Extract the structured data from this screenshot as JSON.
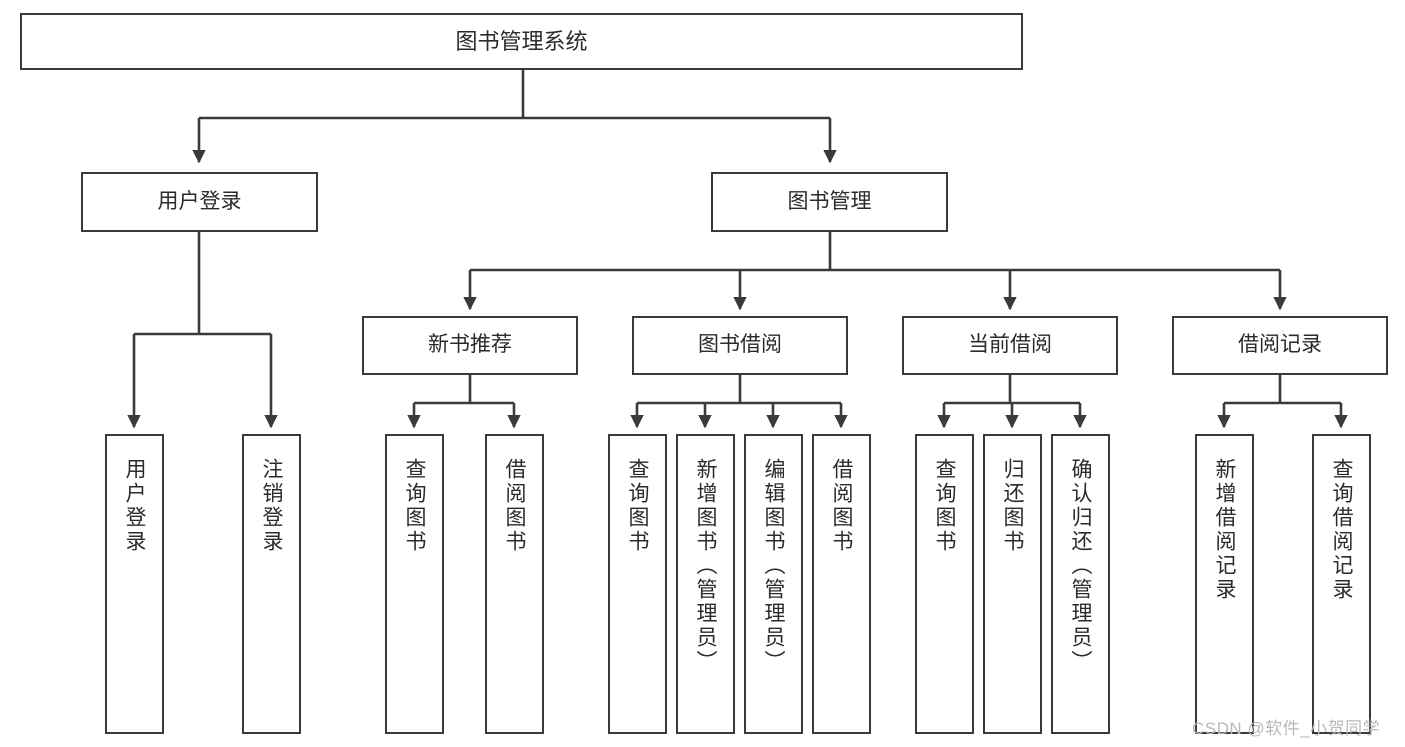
{
  "diagram": {
    "title": "图书管理系统",
    "type": "functional-structure-tree",
    "watermark": "CSDN @软件_小贺同学",
    "colors": {
      "border": "#3a3a3a",
      "text": "#2b2b2b",
      "background": "#ffffff",
      "edge": "#3a3a3a",
      "watermark": "#b9b9b9"
    },
    "nodes": {
      "root": "图书管理系统",
      "level2": [
        "用户登录",
        "图书管理"
      ],
      "level3": [
        "新书推荐",
        "图书借阅",
        "当前借阅",
        "借阅记录"
      ],
      "leaves": {
        "user_login": [
          "用户登录",
          "注销登录"
        ],
        "new_book_recommend": [
          "查询图书",
          "借阅图书"
        ],
        "book_borrow": [
          "查询图书",
          "新增图书（管理员）",
          "编辑图书（管理员）",
          "借阅图书"
        ],
        "current_borrow": [
          "查询图书",
          "归还图书",
          "确认归还（管理员）"
        ],
        "borrow_record": [
          "新增借阅记录",
          "查询借阅记录"
        ]
      }
    }
  }
}
